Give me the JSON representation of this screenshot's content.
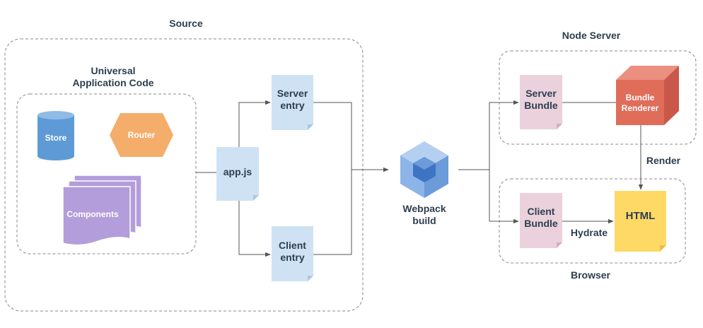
{
  "groups": {
    "source": "Source",
    "universal": "Universal\nApplication Code",
    "node_server": "Node Server",
    "browser": "Browser"
  },
  "nodes": {
    "store": "Store",
    "router": "Router",
    "components": "Components",
    "app_js": "app.js",
    "server_entry": "Server\nentry",
    "client_entry": "Client\nentry",
    "webpack": "Webpack\nbuild",
    "server_bundle": "Server\nBundle",
    "client_bundle": "Client\nBundle",
    "bundle_renderer": "Bundle\nRenderer",
    "html": "HTML"
  },
  "edges": {
    "render": "Render",
    "hydrate": "Hydrate"
  },
  "colors": {
    "store": "#5e9bd6",
    "router": "#f5ad6b",
    "components": "#b39ddb",
    "entry_doc": "#cfe2f3",
    "bundle_doc": "#ead1dc",
    "renderer_front": "#e06c5a",
    "renderer_top": "#eb8f80",
    "renderer_side": "#c9584a",
    "html_doc": "#ffd966",
    "webpack": "#6b9bd8",
    "line": "#555555",
    "dash": "#888888"
  }
}
